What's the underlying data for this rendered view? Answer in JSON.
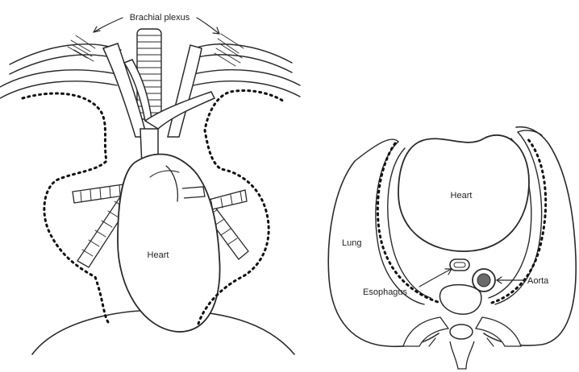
{
  "left_panel": {
    "labels": {
      "brachial_plexus": "Brachial plexus",
      "heart": "Heart"
    }
  },
  "right_panel": {
    "labels": {
      "heart": "Heart",
      "lung": "Lung",
      "esophagus": "Esophagus",
      "aorta": "Aorta"
    }
  }
}
